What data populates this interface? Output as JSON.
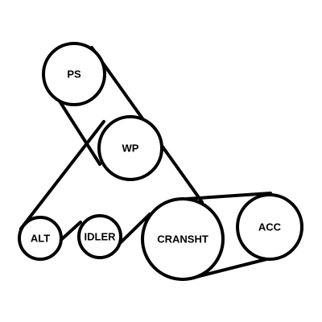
{
  "diagram": {
    "colors": {
      "line": "#000000",
      "fill": "#ffffff",
      "background": "#ffffff"
    },
    "pulleys": {
      "ps": {
        "label": "PS"
      },
      "wp": {
        "label": "WP"
      },
      "alt": {
        "label": "ALT"
      },
      "idler": {
        "label": "IDLER"
      },
      "cransht": {
        "label": "CRANSHT"
      },
      "acc": {
        "label": "ACC"
      }
    }
  }
}
